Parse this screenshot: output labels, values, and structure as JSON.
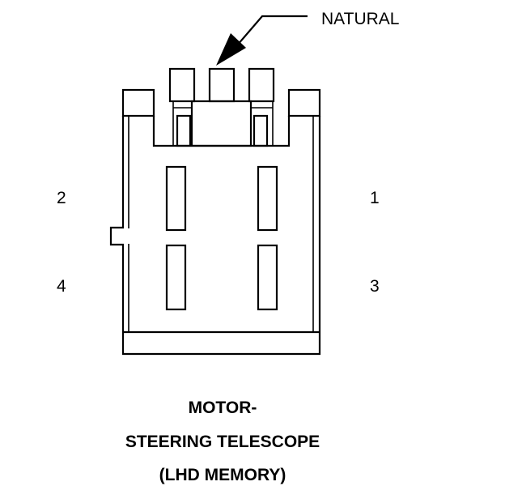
{
  "callout": {
    "text": "NATURAL"
  },
  "pins": {
    "pin1": "1",
    "pin2": "2",
    "pin3": "3",
    "pin4": "4"
  },
  "caption": {
    "line1": "MOTOR-",
    "line2": "STEERING TELESCOPE",
    "line3": "(LHD MEMORY)"
  }
}
